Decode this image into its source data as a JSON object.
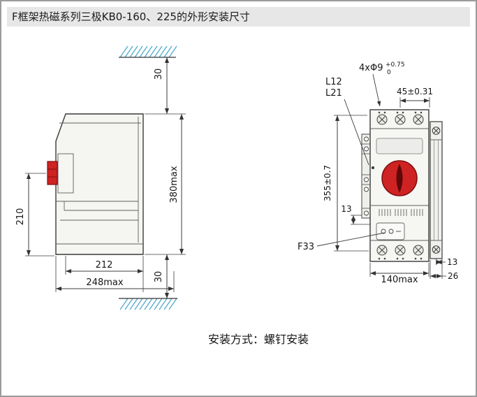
{
  "window": {
    "title": "F框架热磁系列三极KB0-160、225的外形安装尺寸",
    "footer": "安装方式：螺钉安装"
  },
  "colors": {
    "handle_red": "#cf2222",
    "knob_red": "#cf2222",
    "hatch_blue": "#49a6c8"
  },
  "side_view": {
    "dim_top_clearance": "30",
    "dim_overall_height": "380max",
    "dim_handle_to_base": "210",
    "dim_body_depth": "212",
    "dim_overall_depth": "248max",
    "dim_bottom_clearance": "30"
  },
  "front_view": {
    "mounting_holes": "4xΦ9",
    "mounting_holes_tol_upper": "+0.75",
    "mounting_holes_tol_lower": "0",
    "terminal_label_1": "L12",
    "terminal_label_2": "L21",
    "dim_hole_spacing_h": "45±0.31",
    "dim_hole_spacing_v": "355±0.7",
    "dim_offset": "13",
    "accessory_label": "F33",
    "dim_overall_width": "140max",
    "dim_rail_offset": "13",
    "dim_rail_width": "26"
  }
}
